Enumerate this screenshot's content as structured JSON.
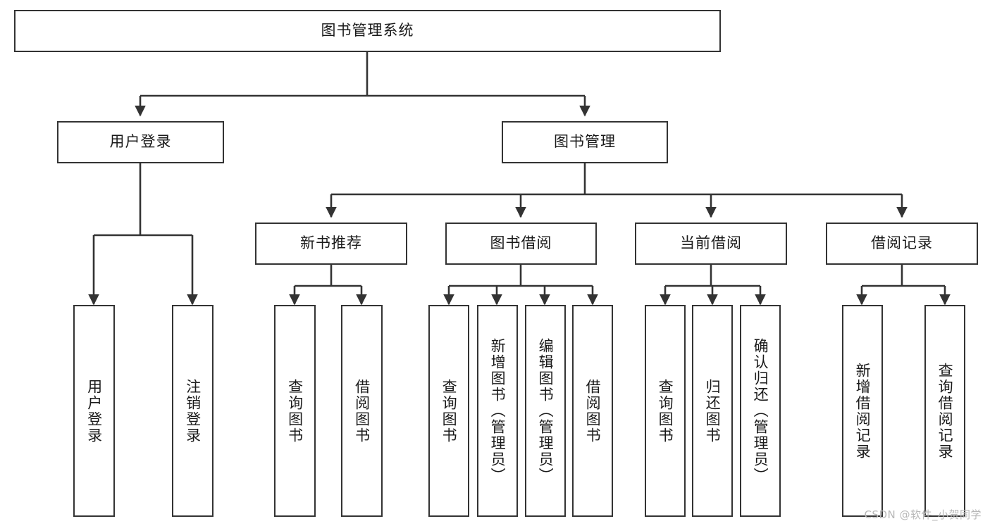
{
  "diagram": {
    "type": "tree",
    "title": "图书管理系统",
    "watermark": "CSDN @软件_小贺同学",
    "colors": {
      "stroke": "#333333",
      "fill": "#ffffff",
      "text": "#1a1a1a",
      "watermark": "#b8b8b8"
    },
    "nodes": {
      "root": {
        "label": "图书管理系统",
        "orientation": "horizontal"
      },
      "level1": [
        {
          "label": "用户登录",
          "orientation": "horizontal"
        },
        {
          "label": "图书管理",
          "orientation": "horizontal"
        }
      ],
      "level2": [
        {
          "label": "新书推荐",
          "orientation": "horizontal"
        },
        {
          "label": "图书借阅",
          "orientation": "horizontal"
        },
        {
          "label": "当前借阅",
          "orientation": "horizontal"
        },
        {
          "label": "借阅记录",
          "orientation": "horizontal"
        }
      ],
      "leaves": {
        "user_login": [
          {
            "label": "用户登录",
            "orientation": "vertical"
          },
          {
            "label": "注销登录",
            "orientation": "vertical"
          }
        ],
        "new_book_recommend": [
          {
            "label": "查询图书",
            "orientation": "vertical"
          },
          {
            "label": "借阅图书",
            "orientation": "vertical"
          }
        ],
        "book_borrow": [
          {
            "label": "查询图书",
            "orientation": "vertical"
          },
          {
            "label": "新增图书（管理员）",
            "orientation": "vertical"
          },
          {
            "label": "编辑图书（管理员）",
            "orientation": "vertical"
          },
          {
            "label": "借阅图书",
            "orientation": "vertical"
          }
        ],
        "current_borrow": [
          {
            "label": "查询图书",
            "orientation": "vertical"
          },
          {
            "label": "归还图书",
            "orientation": "vertical"
          },
          {
            "label": "确认归还（管理员）",
            "orientation": "vertical"
          }
        ],
        "borrow_record": [
          {
            "label": "新增借阅记录",
            "orientation": "vertical"
          },
          {
            "label": "查询借阅记录",
            "orientation": "vertical"
          }
        ]
      }
    }
  }
}
